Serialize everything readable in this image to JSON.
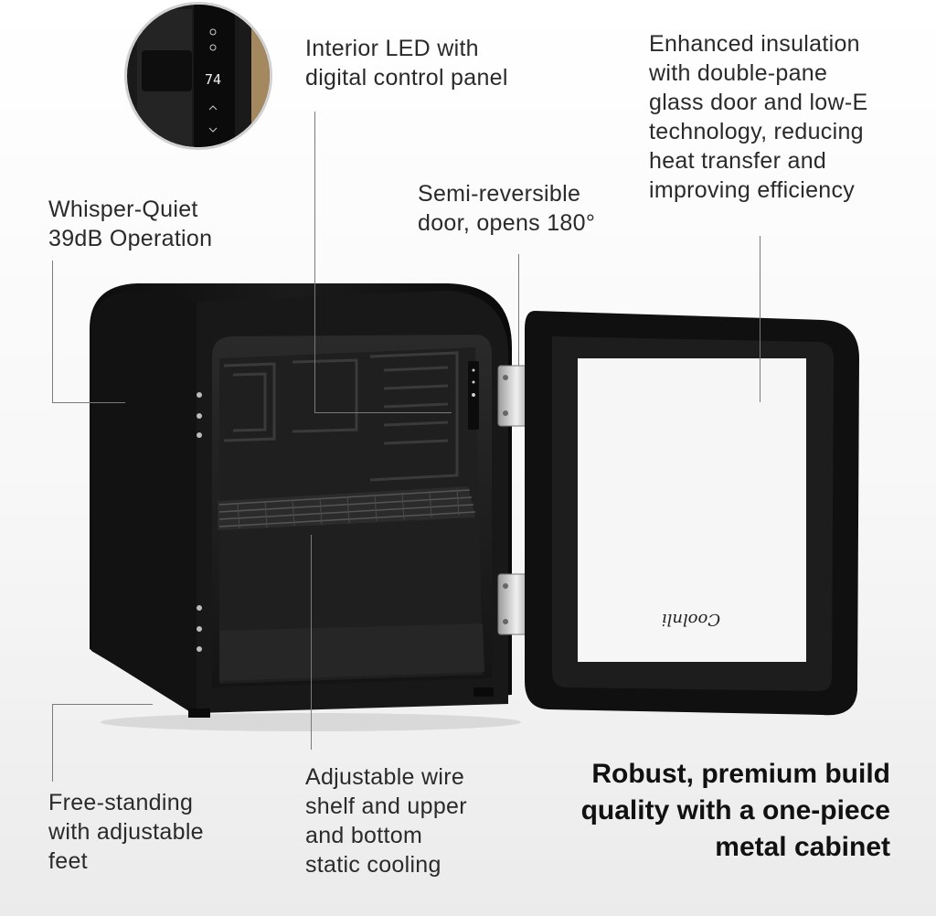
{
  "callouts": {
    "led": [
      "Interior LED with",
      "digital control panel"
    ],
    "insulation": [
      "Enhanced insulation",
      "with double-pane",
      "glass door and low-E",
      "technology, reducing",
      "heat transfer and",
      "improving efficiency"
    ],
    "quiet": [
      "Whisper-Quiet",
      "39dB Operation"
    ],
    "door": [
      "Semi-reversible",
      "door, opens 180°"
    ],
    "feet": [
      "Free-standing",
      "with adjustable",
      "feet"
    ],
    "shelf": [
      "Adjustable wire",
      "shelf and upper",
      "and bottom",
      "static cooling"
    ]
  },
  "headline": [
    "Robust, premium build",
    "quality with a one-piece",
    "metal cabinet"
  ],
  "inset": {
    "display_value": "74"
  },
  "brand_logo": "Coolnli",
  "colors": {
    "text": "#2a2a2a",
    "headline": "#111111",
    "cabinet": "#141414",
    "leader": "#7a7a7a"
  }
}
